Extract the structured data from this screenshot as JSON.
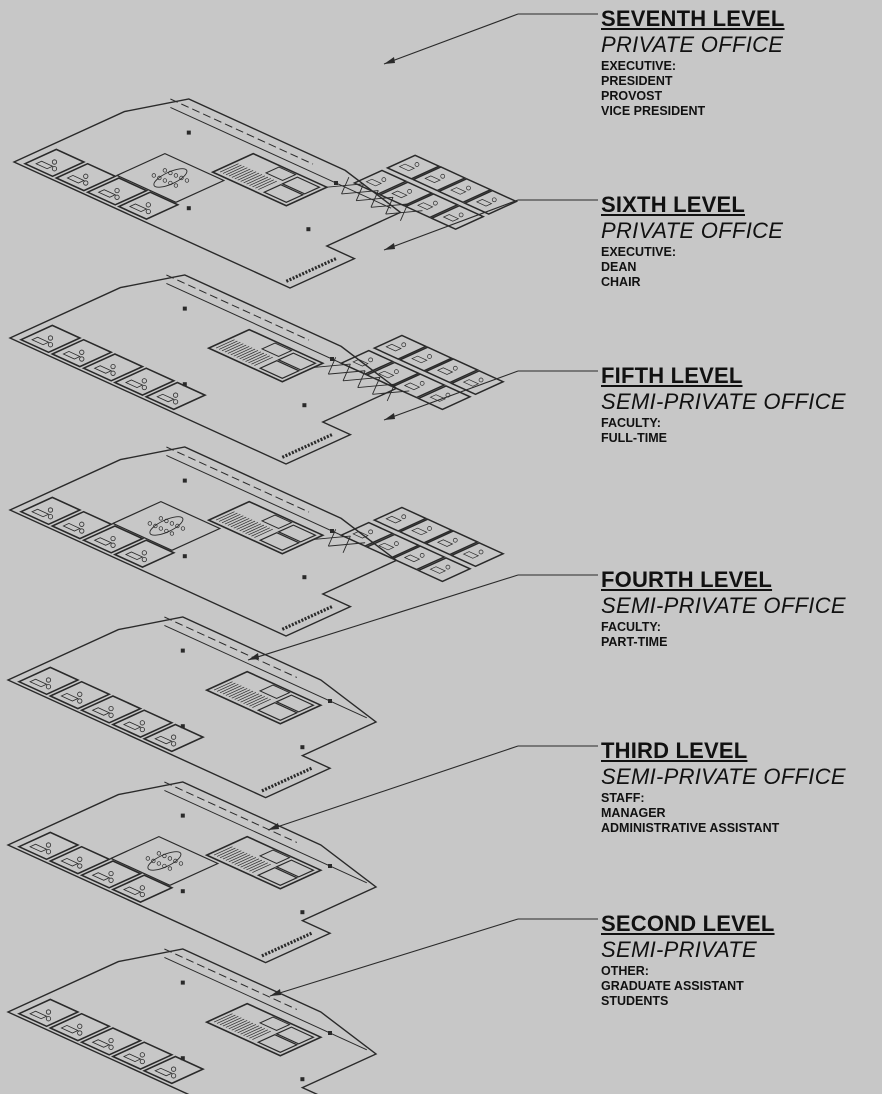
{
  "levels": [
    {
      "title": "SEVENTH LEVEL",
      "type": "PRIVATE OFFICE",
      "group": "EXECUTIVE:",
      "roles": [
        "PRESIDENT",
        "PROVOST",
        "VICE PRESIDENT"
      ]
    },
    {
      "title": "SIXTH LEVEL",
      "type": "PRIVATE OFFICE",
      "group": "EXECUTIVE:",
      "roles": [
        "DEAN",
        "CHAIR"
      ]
    },
    {
      "title": "FIFTH LEVEL",
      "type": "SEMI-PRIVATE OFFICE",
      "group": "FACULTY:",
      "roles": [
        "FULL-TIME"
      ]
    },
    {
      "title": "FOURTH LEVEL",
      "type": "SEMI-PRIVATE OFFICE",
      "group": "FACULTY:",
      "roles": [
        "PART-TIME"
      ]
    },
    {
      "title": "THIRD LEVEL",
      "type": "SEMI-PRIVATE OFFICE",
      "group": "STAFF:",
      "roles": [
        "MANAGER",
        "ADMINISTRATIVE ASSISTANT"
      ]
    },
    {
      "title": "SECOND LEVEL",
      "type": "SEMI-PRIVATE",
      "group": "OTHER:",
      "roles": [
        "GRADUATE ASSISTANT",
        "STUDENTS"
      ]
    }
  ],
  "colors": {
    "background": "#c7c7c7",
    "ink": "#111111",
    "linework": "#2a2a2a"
  }
}
